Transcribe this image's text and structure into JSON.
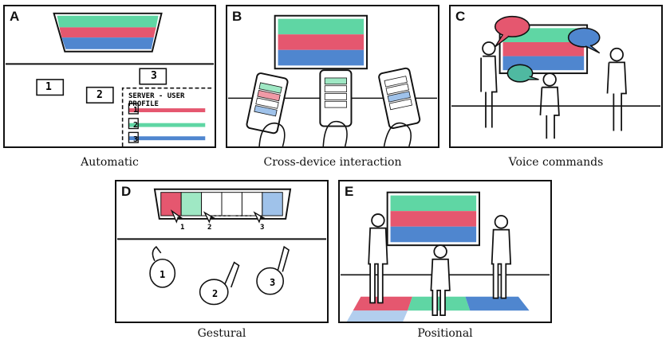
{
  "colors": {
    "green": "#5fd6a4",
    "red": "#e5576f",
    "blue": "#4f86cf",
    "light_green": "#9fe8c4",
    "light_red": "#f09aa6",
    "light_blue": "#9fc2ea",
    "teal": "#4fb9a1",
    "ink": "#111111"
  },
  "panels": [
    {
      "letter": "A",
      "caption": "Automatic",
      "boxes": [
        "1",
        "2",
        "3"
      ],
      "server_label": "SERVER - USER PROFILE",
      "profile_rows": [
        "1",
        "2",
        "3"
      ]
    },
    {
      "letter": "B",
      "caption": "Cross-device interaction"
    },
    {
      "letter": "C",
      "caption": "Voice commands"
    },
    {
      "letter": "D",
      "caption": "Gestural",
      "pointer_labels": [
        "1",
        "2",
        "3"
      ],
      "people": [
        "1",
        "2",
        "3"
      ]
    },
    {
      "letter": "E",
      "caption": "Positional"
    }
  ]
}
